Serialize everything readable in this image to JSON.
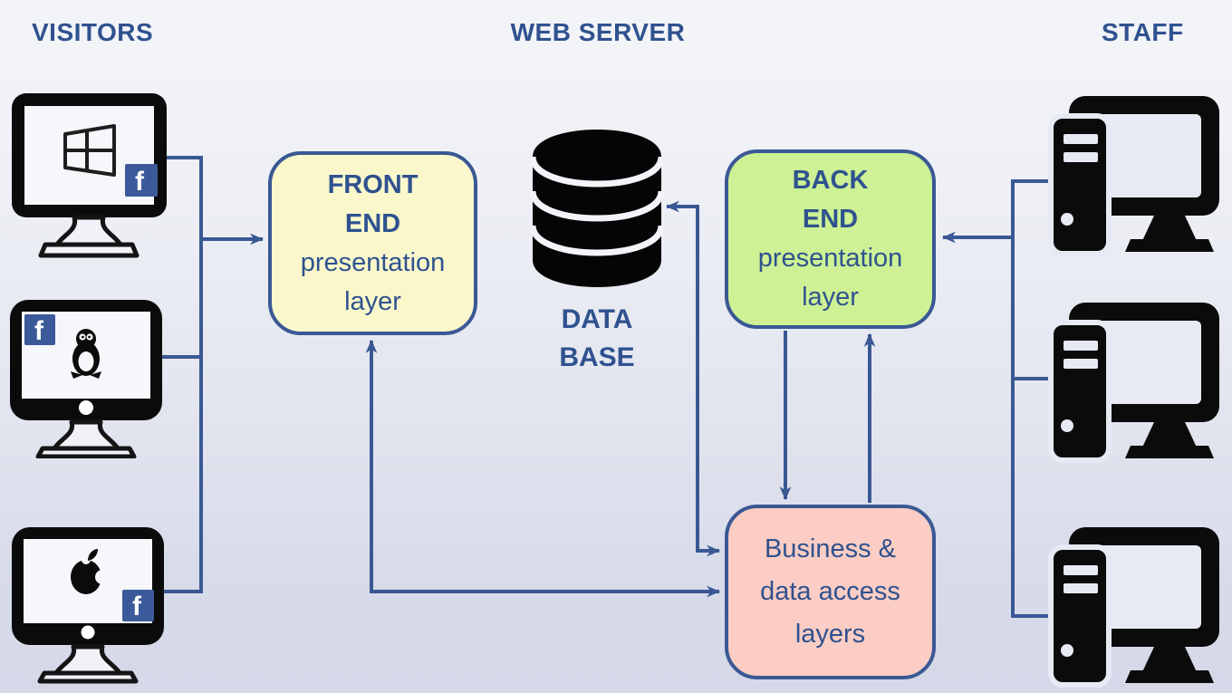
{
  "titles": {
    "visitors": "VISITORS",
    "web_server": "WEB SERVER",
    "staff": "STAFF"
  },
  "front_end_box": {
    "title_line1": "FRONT",
    "title_line2": "END",
    "subtitle_line1": "presentation",
    "subtitle_line2": "layer"
  },
  "back_end_box": {
    "title_line1": "BACK",
    "title_line2": "END",
    "subtitle_line1": "presentation",
    "subtitle_line2": "layer"
  },
  "business_box": {
    "line1": "Business &",
    "line2": "data access",
    "line3": "layers"
  },
  "database_label": {
    "line1": "DATA",
    "line2": "BASE"
  },
  "facebook": {
    "letter": "f"
  },
  "icons": {
    "visitor_1": "monitor-with-windows-logo-and-facebook",
    "visitor_2": "monitor-with-facebook-and-linux-tux",
    "visitor_3": "monitor-with-apple-logo-and-facebook",
    "database": "database-cylinder-stack",
    "staff": "desktop-computer-with-tower"
  },
  "colors": {
    "accent_blue": "#3A5894",
    "text_blue": "#2F528F",
    "front_end_fill": "#FAF8CB",
    "back_end_fill": "#CDF194",
    "business_fill": "#FBCDC4",
    "facebook_blue": "#3C5A99"
  }
}
